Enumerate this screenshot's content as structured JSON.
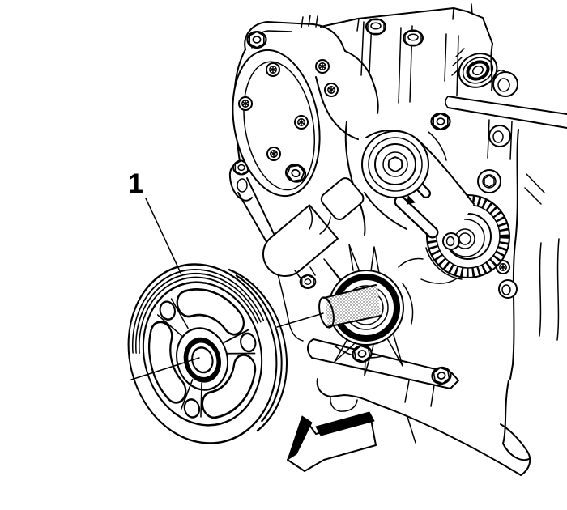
{
  "figure": {
    "type": "service-manual-line-illustration",
    "background_color": "#ffffff",
    "line_color": "#000000",
    "callout": {
      "label": "1",
      "target": "crankshaft-balancer"
    },
    "direction_arrow": {
      "direction": "down-left",
      "fill_color": "#000000"
    }
  }
}
